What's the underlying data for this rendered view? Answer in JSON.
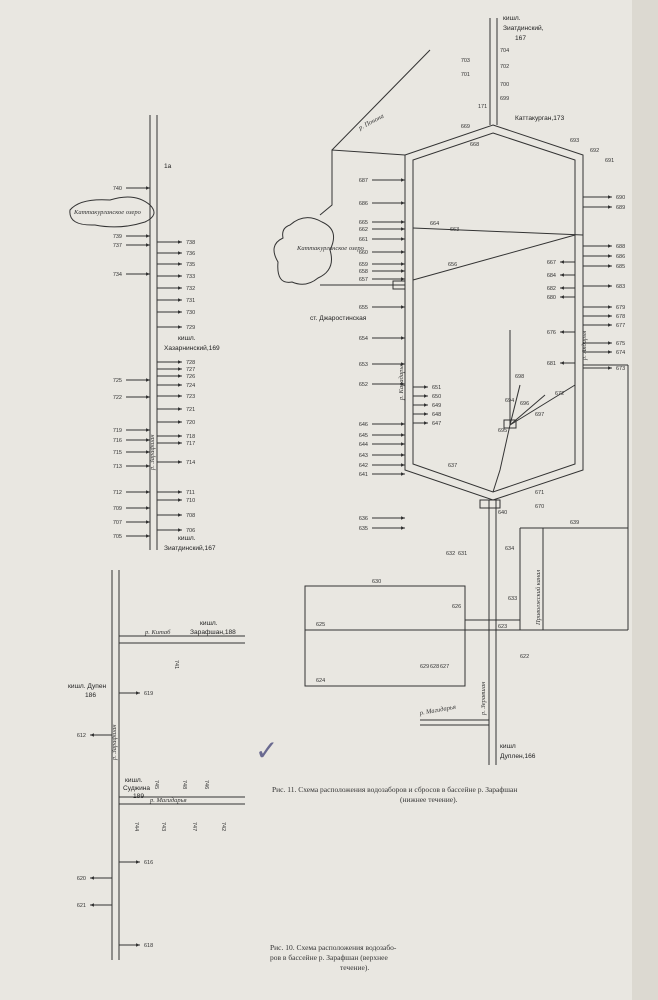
{
  "lower_scheme": {
    "station_top": {
      "line1": "кишл.",
      "line2": "Зиатдинский,",
      "line3": "167"
    },
    "station_mid": "Каттакурган,173",
    "station_dj": "ст. Джаростинская",
    "station_bottom": {
      "line1": "кишл",
      "line2": "Дуплен,166"
    },
    "lake_label": "Каттакурганское озеро",
    "rivers": {
      "ponona": "р. Понона",
      "karadarya": "р. Карадарья",
      "akdarya": "р. Акдарья",
      "zeravshan": "р. Зеравшан",
      "magidarya": "р. Магидарья",
      "channel": "Приволжский канал"
    },
    "caption": {
      "line1": "Рис. 11. Схема расположения водозаборов и сбросов в бассейне р. Зарафшан",
      "line2": "(нижнее течение)."
    }
  },
  "middle_scheme": {
    "station_mid": {
      "line1": "кишл.",
      "line2": "Хазарнинский,169"
    },
    "station_bottom": {
      "line1": "кишл.",
      "line2": "Зиатдинский,167"
    },
    "lake_label": "Каттакурганское озеро",
    "river_label": "р. Зарафшан",
    "top_mark": "1а"
  },
  "upper_scheme": {
    "station_top": {
      "line1": "кишл.",
      "line2": "Зарафшан,188"
    },
    "station_left": {
      "line1": "кишл. Дупен",
      "line2": "186"
    },
    "station_sudj": {
      "line1": "кишл.",
      "line2": "Суджина",
      "line3": "189"
    },
    "rivers": {
      "kitab": "р. Китаб",
      "zeravshan": "р. Зарафшан",
      "magidarya": "р. Магидарья"
    },
    "caption": {
      "line1": "Рис. 10. Схема расположения водозабо-",
      "line2": "ров в бассейне р. Зарафшан (верхнее",
      "line3": "течение)."
    }
  },
  "numbers": {
    "lower_left_outer": [
      "687",
      "686",
      "665",
      "662",
      "661",
      "660",
      "659",
      "658",
      "657",
      "655",
      "654",
      "653",
      "652",
      "646",
      "645",
      "644",
      "643",
      "642",
      "641",
      "636",
      "635"
    ],
    "lower_left_inner": [
      "651",
      "650",
      "649",
      "648",
      "647"
    ],
    "lower_right_outer": [
      "690",
      "689",
      "688",
      "686",
      "685",
      "683",
      "679",
      "678",
      "677",
      "675",
      "674",
      "673"
    ],
    "lower_right_inner": [
      "684",
      "682",
      "680",
      "676",
      "681",
      "667"
    ],
    "lower_top": [
      "703",
      "704",
      "701",
      "702",
      "700",
      "699",
      "669",
      "668",
      "693",
      "692",
      "691",
      "171"
    ],
    "lower_misc": [
      "664",
      "663",
      "656",
      "698",
      "694",
      "696",
      "697",
      "672",
      "695",
      "637",
      "671",
      "670",
      "640",
      "639",
      "634",
      "633",
      "632",
      "631",
      "630",
      "626",
      "625",
      "624",
      "623",
      "622",
      "629",
      "628",
      "627"
    ],
    "middle_left": [
      "740",
      "739",
      "737",
      "734",
      "725",
      "722",
      "719",
      "716",
      "715",
      "713",
      "712",
      "709",
      "707",
      "705"
    ],
    "middle_right": [
      "738",
      "736",
      "735",
      "733",
      "732",
      "731",
      "730",
      "729",
      "728",
      "727",
      "726",
      "724",
      "723",
      "721",
      "720",
      "718",
      "717",
      "714",
      "711",
      "710",
      "708",
      "706"
    ],
    "upper": [
      "619",
      "612",
      "616",
      "620",
      "621",
      "618",
      "745",
      "748",
      "746",
      "744",
      "743",
      "747",
      "742",
      "741"
    ]
  },
  "annotation_mark": "✓"
}
